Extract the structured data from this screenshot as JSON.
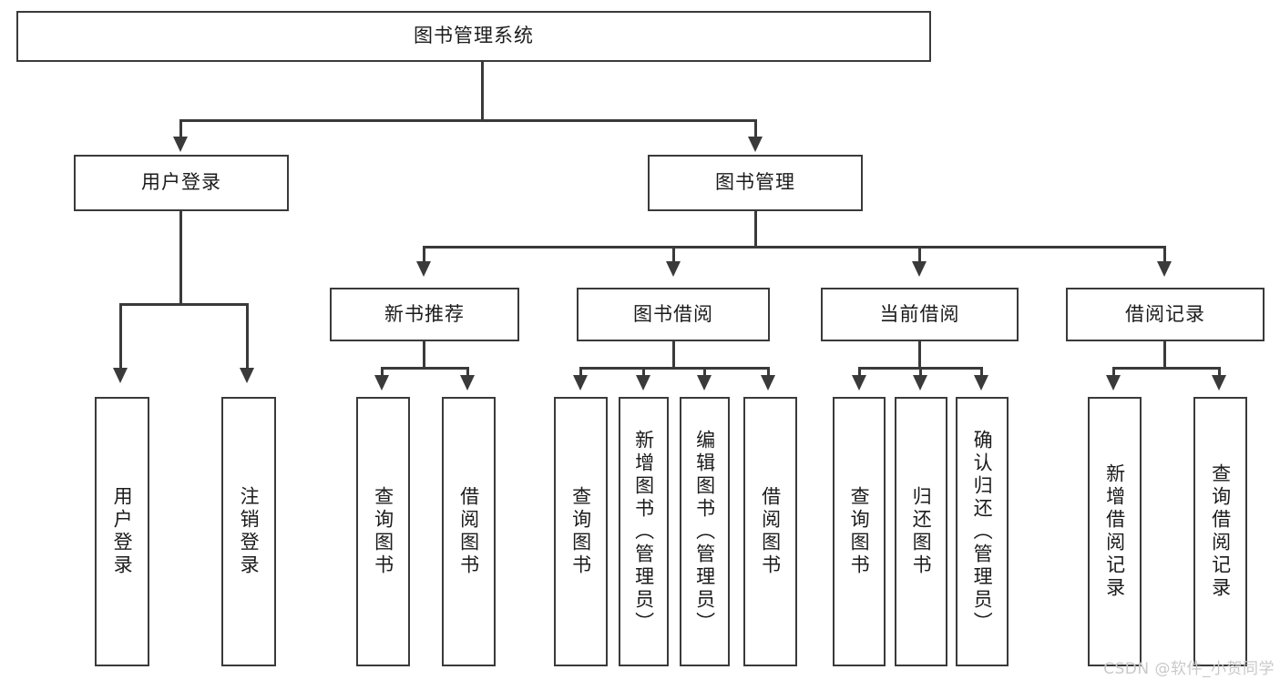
{
  "diagram": {
    "title": "图书管理系统",
    "type": "hierarchy-tree",
    "root": {
      "label": "图书管理系统"
    },
    "level2": [
      {
        "label": "用户登录"
      },
      {
        "label": "图书管理"
      }
    ],
    "level3": [
      {
        "label": "新书推荐"
      },
      {
        "label": "图书借阅"
      },
      {
        "label": "当前借阅"
      },
      {
        "label": "借阅记录"
      }
    ],
    "leaves": {
      "user_login": [
        {
          "label": "用户登录"
        },
        {
          "label": "注销登录"
        }
      ],
      "new_book_recommend": [
        {
          "label": "查询图书"
        },
        {
          "label": "借阅图书"
        }
      ],
      "book_borrow": [
        {
          "label": "查询图书"
        },
        {
          "label": "新增图书（管理员）"
        },
        {
          "label": "编辑图书（管理员）"
        },
        {
          "label": "借阅图书"
        }
      ],
      "current_borrow": [
        {
          "label": "查询图书"
        },
        {
          "label": "归还图书"
        },
        {
          "label": "确认归还（管理员）"
        }
      ],
      "borrow_record": [
        {
          "label": "新增借阅记录"
        },
        {
          "label": "查询借阅记录"
        }
      ]
    },
    "watermark": "CSDN @软件_小贺同学",
    "colors": {
      "stroke": "#3a3a3a",
      "background": "#ffffff",
      "text": "#1b1b1b",
      "watermark": "#c9c9c9"
    }
  }
}
